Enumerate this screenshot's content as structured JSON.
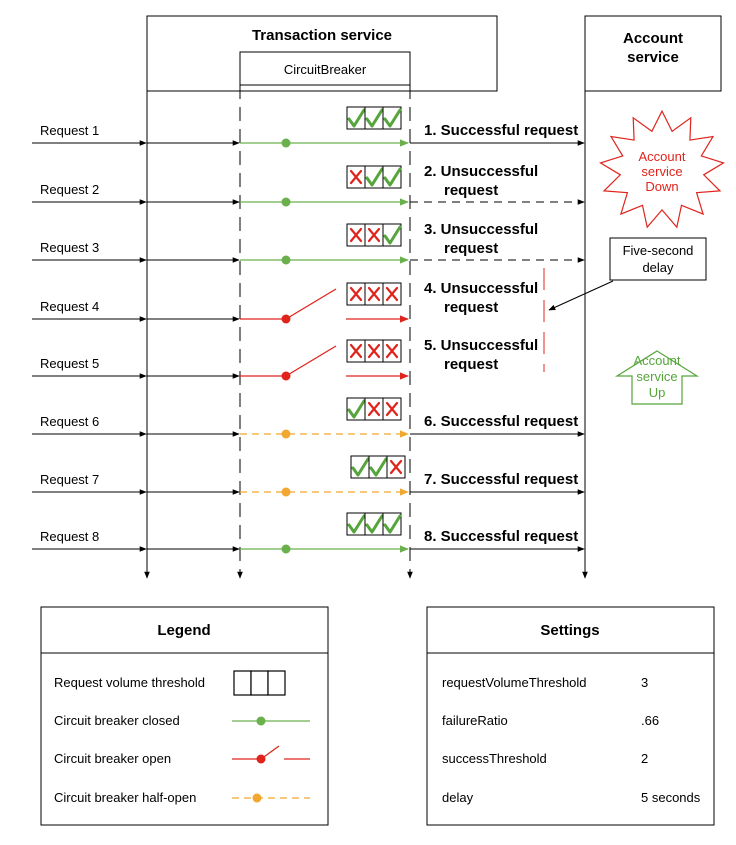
{
  "transaction_service": {
    "title": "Transaction service",
    "breaker_label": "CircuitBreaker"
  },
  "account_service": {
    "title_line1": "Account",
    "title_line2": "service"
  },
  "colors": {
    "closed": "#6ab04c",
    "open": "#e0241c",
    "half_open": "#f0a830",
    "check": "#55a53b",
    "cross": "#e0241c"
  },
  "rows": [
    {
      "request": "Request 1",
      "state": "closed",
      "marks": [
        "check",
        "check",
        "check"
      ],
      "step": "1. Successful request",
      "step_line2": "",
      "reaches_account": "yes"
    },
    {
      "request": "Request 2",
      "state": "closed",
      "marks": [
        "cross",
        "check",
        "check"
      ],
      "step": "2. Unsuccessful",
      "step_line2": "request",
      "reaches_account": "dashed"
    },
    {
      "request": "Request 3",
      "state": "closed",
      "marks": [
        "cross",
        "cross",
        "check"
      ],
      "step": "3. Unsuccessful",
      "step_line2": "request",
      "reaches_account": "dashed"
    },
    {
      "request": "Request 4",
      "state": "open",
      "marks": [
        "cross",
        "cross",
        "cross"
      ],
      "step": "4. Unsuccessful",
      "step_line2": "request",
      "reaches_account": "no"
    },
    {
      "request": "Request 5",
      "state": "open",
      "marks": [
        "cross",
        "cross",
        "cross"
      ],
      "step": "5. Unsuccessful",
      "step_line2": "request",
      "reaches_account": "no"
    },
    {
      "request": "Request 6",
      "state": "half-open",
      "marks": [
        "check",
        "cross",
        "cross"
      ],
      "step": "6. Successful request",
      "step_line2": "",
      "reaches_account": "yes"
    },
    {
      "request": "Request 7",
      "state": "half-open",
      "marks": [
        "check",
        "check",
        "cross"
      ],
      "step": "7. Successful request",
      "step_line2": "",
      "reaches_account": "yes"
    },
    {
      "request": "Request 8",
      "state": "closed",
      "marks": [
        "check",
        "check",
        "check"
      ],
      "step": "8. Successful request",
      "step_line2": "",
      "reaches_account": "yes"
    }
  ],
  "account_down": {
    "line1": "Account",
    "line2": "service",
    "line3": "Down"
  },
  "account_up": {
    "line1": "Account",
    "line2": "service",
    "line3": "Up"
  },
  "delay_box": {
    "line1": "Five-second",
    "line2": "delay"
  },
  "legend": {
    "title": "Legend",
    "items": [
      {
        "label": "Request volume threshold",
        "symbol": "threshold"
      },
      {
        "label": "Circuit breaker closed",
        "symbol": "closed"
      },
      {
        "label": "Circuit breaker open",
        "symbol": "open"
      },
      {
        "label": "Circuit breaker half-open",
        "symbol": "half-open"
      }
    ]
  },
  "settings": {
    "title": "Settings",
    "items": [
      {
        "name": "requestVolumeThreshold",
        "value": "3"
      },
      {
        "name": "failureRatio",
        "value": ".66"
      },
      {
        "name": "successThreshold",
        "value": "2"
      },
      {
        "name": "delay",
        "value": "5 seconds"
      }
    ]
  }
}
